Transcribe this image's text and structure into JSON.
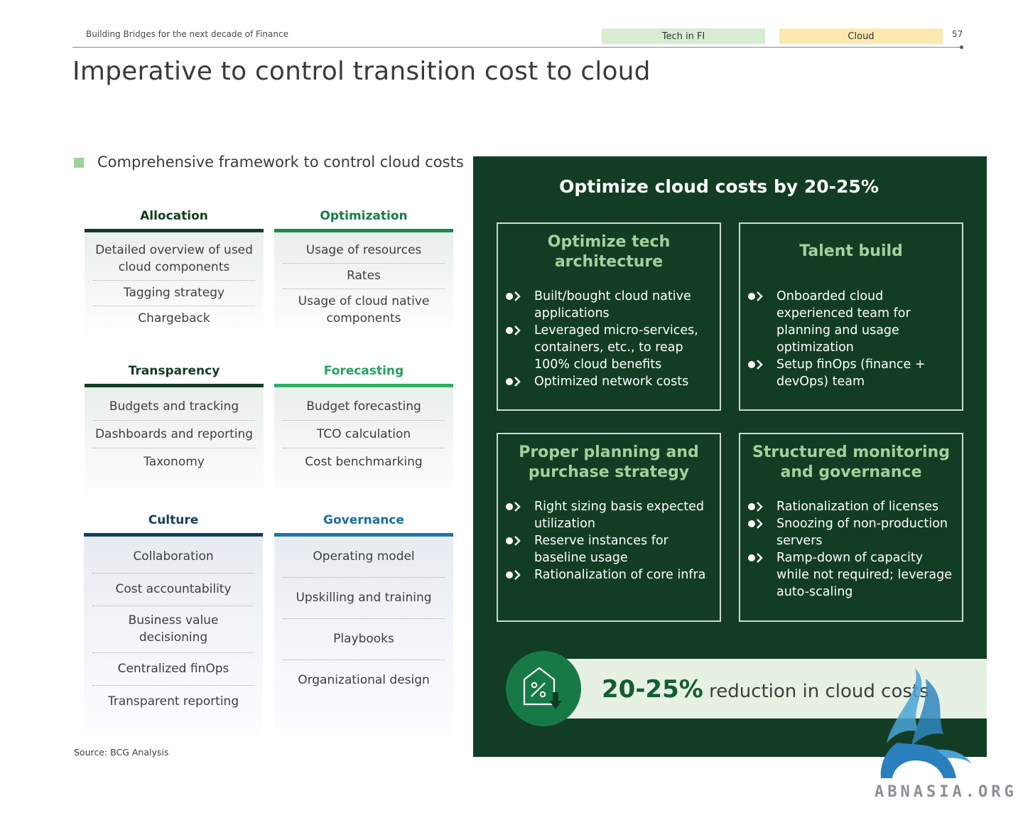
{
  "header": {
    "doc_name": "Building Bridges for the next decade of Finance",
    "tag_tech": "Tech in FI",
    "tag_cloud": "Cloud",
    "page_number": "57",
    "tag_colors": {
      "tech": "#d7ecd3",
      "cloud": "#fbe9b0"
    }
  },
  "title": "Imperative to control transition cost to cloud",
  "framework": {
    "title": "Comprehensive framework to control cloud costs",
    "cards": {
      "allocation": {
        "label": "Allocation",
        "items": [
          "Detailed overview of used cloud components",
          "Tagging strategy",
          "Chargeback"
        ]
      },
      "optimization": {
        "label": "Optimization",
        "items": [
          "Usage of resources",
          "Rates",
          "Usage of cloud native components"
        ]
      },
      "transparency": {
        "label": "Transparency",
        "items": [
          "Budgets and tracking",
          "Dashboards and reporting",
          "Taxonomy"
        ]
      },
      "forecasting": {
        "label": "Forecasting",
        "items": [
          "Budget forecasting",
          "TCO calculation",
          "Cost benchmarking"
        ]
      },
      "culture": {
        "label": "Culture",
        "items": [
          "Collaboration",
          "Cost accountability",
          "Business value decisioning",
          "Centralized finOps",
          "Transparent reporting"
        ]
      },
      "governance": {
        "label": "Governance",
        "items": [
          "Operating model",
          "Upskilling and training",
          "Playbooks",
          "Organizational design"
        ]
      }
    },
    "colors": {
      "dark_green": "#123d24",
      "mid_green": "#1d9a5c",
      "navy": "#133f5c",
      "teal": "#1b77a6"
    }
  },
  "panel": {
    "title": "Optimize cloud costs by 20-25%",
    "boxes": {
      "tech": {
        "title": "Optimize tech architecture",
        "bullets": [
          "Built/bought cloud native applications",
          "Leveraged micro-services, containers, etc., to reap 100% cloud benefits",
          "Optimized network costs"
        ]
      },
      "talent": {
        "title": "Talent build",
        "bullets": [
          "Onboarded cloud experienced team for planning and usage optimization",
          "Setup finOps (finance + devOps) team"
        ]
      },
      "planning": {
        "title": "Proper planning and purchase strategy",
        "bullets": [
          "Right sizing basis expected utilization",
          "Reserve instances for baseline usage",
          "Rationalization of core infra"
        ]
      },
      "monitoring": {
        "title": "Structured monitoring and governance",
        "bullets": [
          "Rationalization of licenses",
          "Snoozing of non-production servers",
          "Ramp-down of capacity while not required; leverage auto-scaling"
        ]
      }
    },
    "result": {
      "value": "20-25%",
      "text": "reduction in cloud costs",
      "icon": "percent-tag-down-icon"
    },
    "colors": {
      "panel_bg": "#123d24",
      "box_title": "#9fd39a",
      "result_bg": "#e6f1e3"
    }
  },
  "source": "Source: BCG Analysis",
  "watermark": {
    "text": "ABNASIA.ORG",
    "icon": "griffin-logo-icon"
  }
}
